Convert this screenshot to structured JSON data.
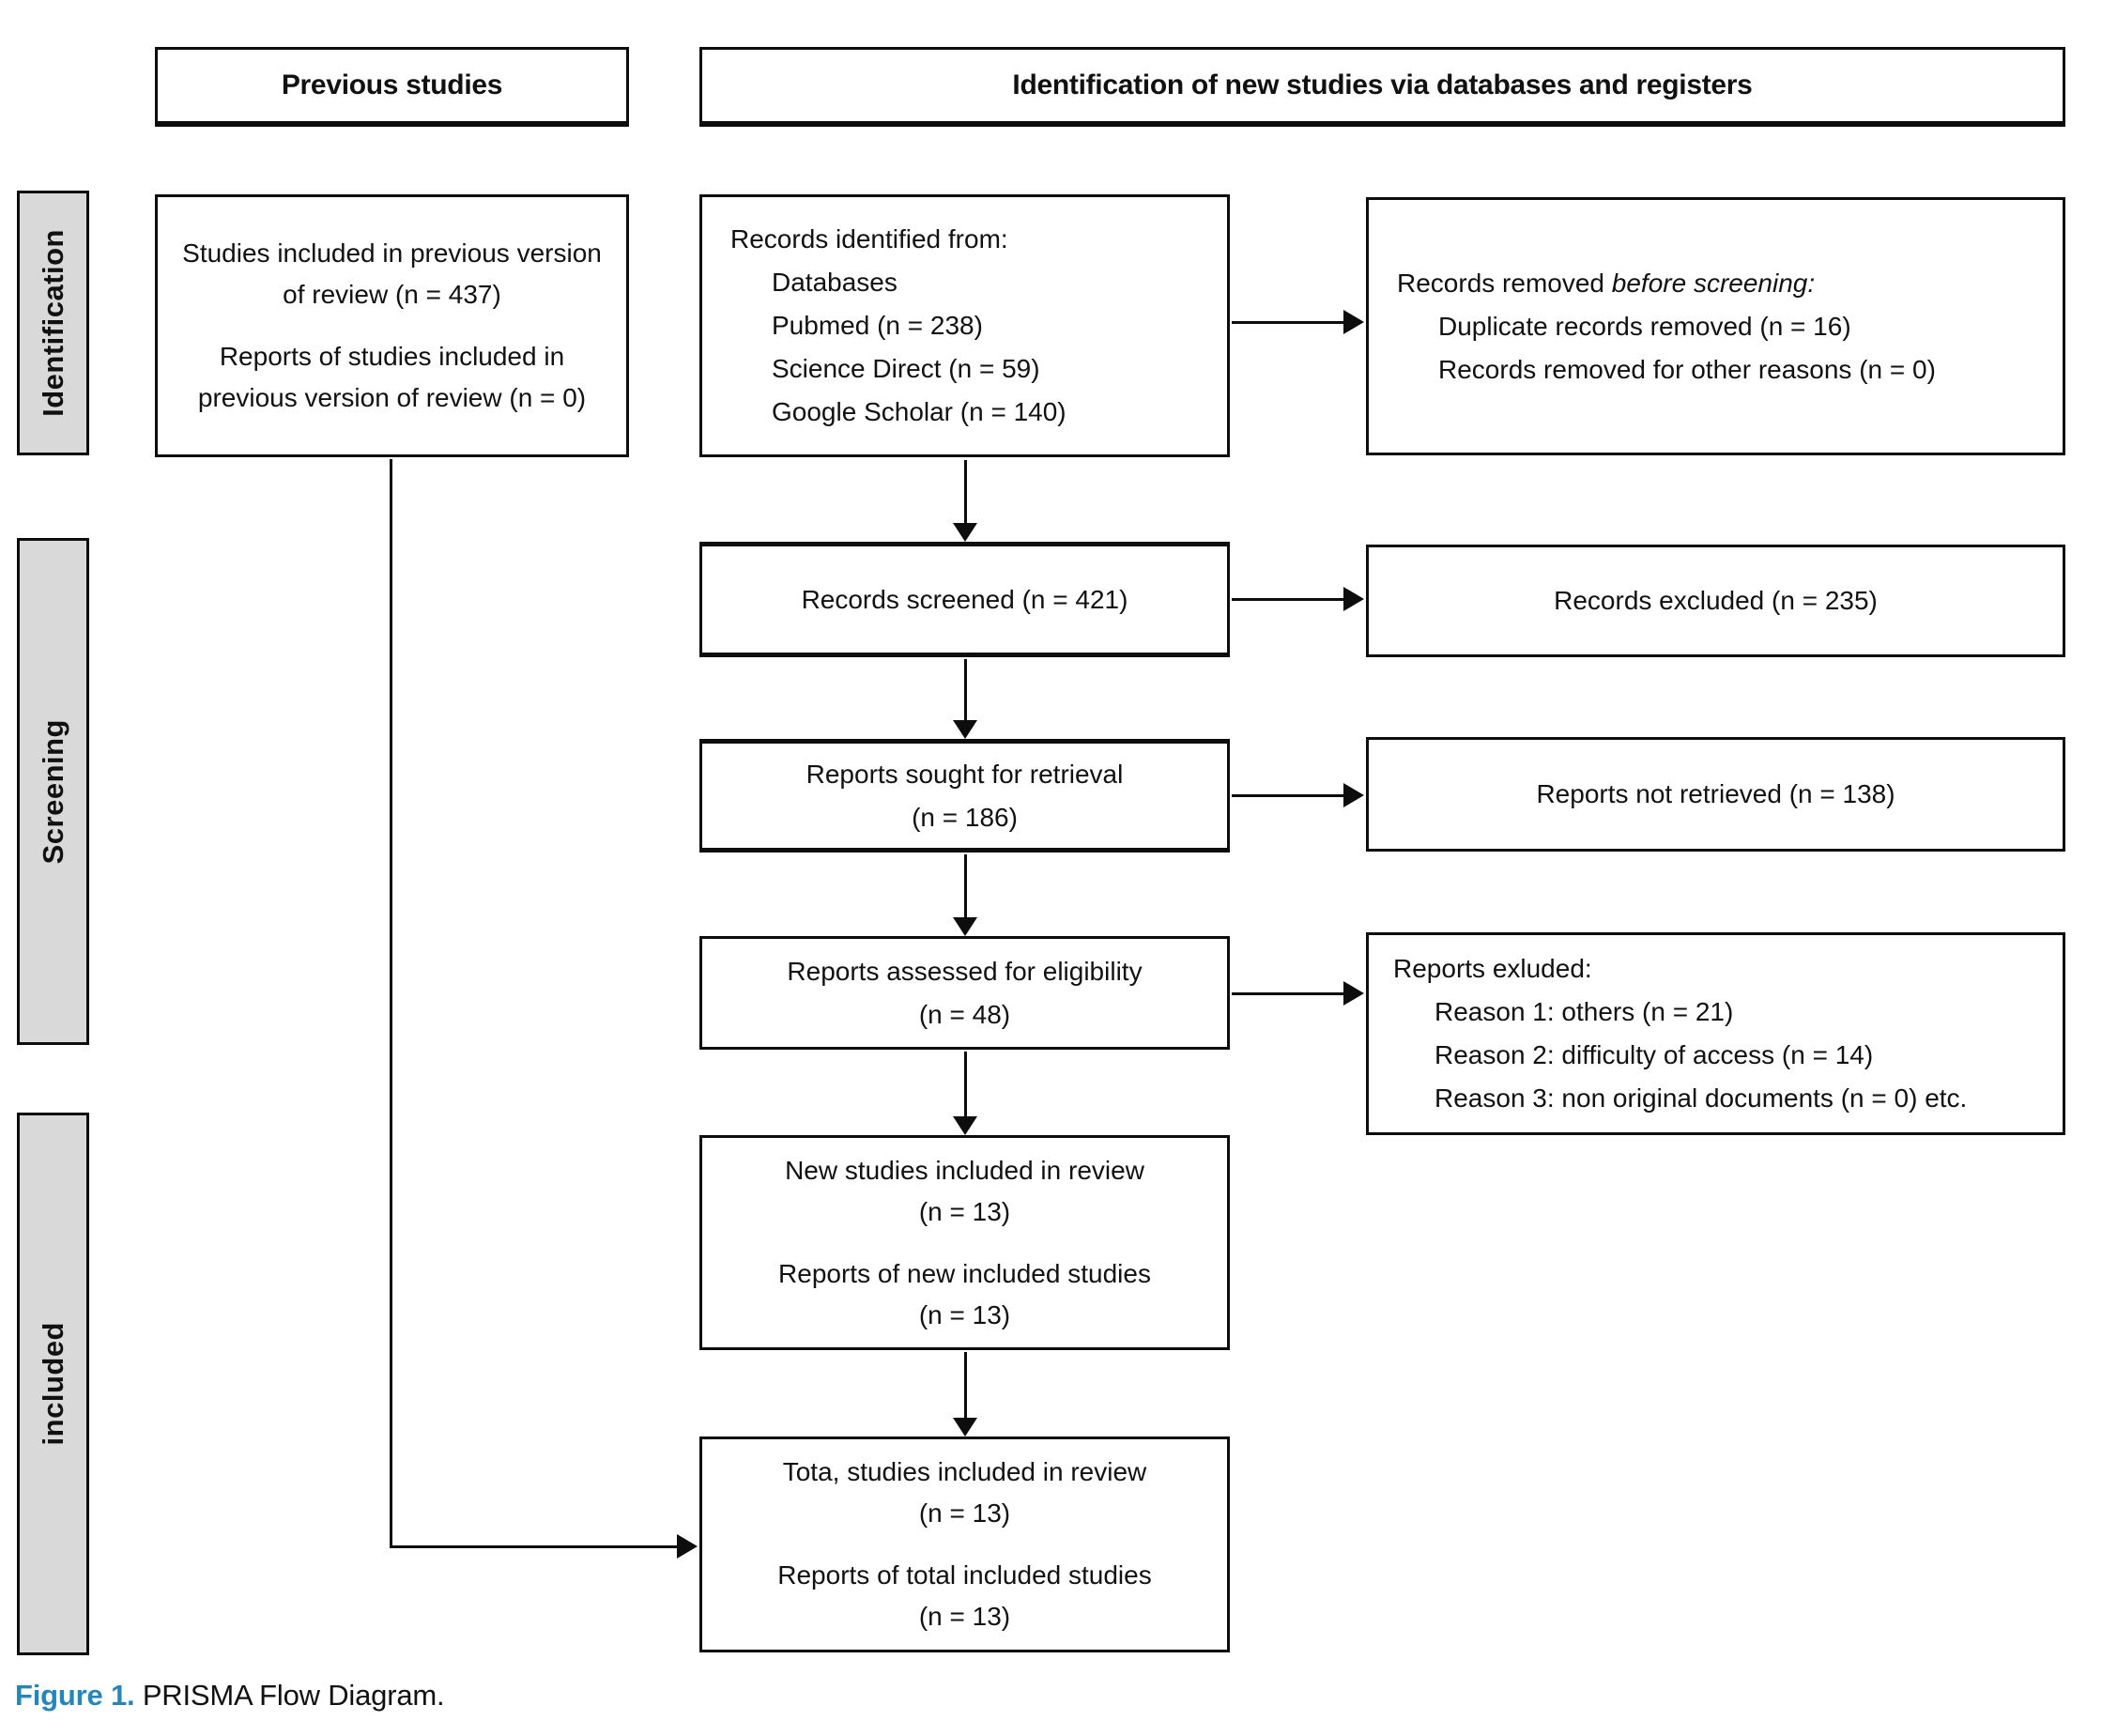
{
  "headers": {
    "previous": "Previous studies",
    "identification": "Identification of new studies via databases and registers"
  },
  "sidebar": {
    "identification": "Identification",
    "screening": "Screening",
    "included": "included"
  },
  "boxes": {
    "previous_studies": {
      "para1": "Studies included in previous version of review (n = 437)",
      "para2": "Reports of studies included in previous version of review (n = 0)"
    },
    "records_identified": {
      "title": "Records identified from:",
      "items": [
        "Databases",
        "Pubmed (n = 238)",
        "Science Direct (n = 59)",
        "Google Scholar (n = 140)"
      ]
    },
    "records_removed": {
      "title_prefix": "Records removed ",
      "title_italic": "before screening:",
      "items": [
        "Duplicate records removed (n = 16)",
        "Records removed for other reasons (n = 0)"
      ]
    },
    "records_screened": "Records screened (n = 421)",
    "records_excluded": "Records excluded (n = 235)",
    "reports_sought": {
      "line1": "Reports sought for retrieval",
      "line2": "(n = 186)"
    },
    "reports_not_retrieved": "Reports not retrieved (n = 138)",
    "reports_assessed": {
      "line1": "Reports assessed for eligibility",
      "line2": "(n = 48)"
    },
    "reports_excluded": {
      "title": "Reports exluded:",
      "items": [
        "Reason 1: others (n = 21)",
        "Reason 2: difficulty of access (n = 14)",
        "Reason 3: non original documents (n = 0) etc."
      ]
    },
    "new_studies": {
      "para1_line1": "New studies included in review",
      "para1_line2": "(n = 13)",
      "para2_line1": "Reports of new included studies",
      "para2_line2": "(n = 13)"
    },
    "total_studies": {
      "para1_line1": "Tota, studies included in review",
      "para1_line2": "(n = 13)",
      "para2_line1": "Reports of total included studies",
      "para2_line2": "(n = 13)"
    }
  },
  "caption": {
    "label": "Figure 1.",
    "text": " PRISMA Flow Diagram."
  },
  "colors": {
    "box_border": "#0d0d0d",
    "sidebar_fill": "#d9d9d9",
    "caption_blue": "#2586ba"
  }
}
